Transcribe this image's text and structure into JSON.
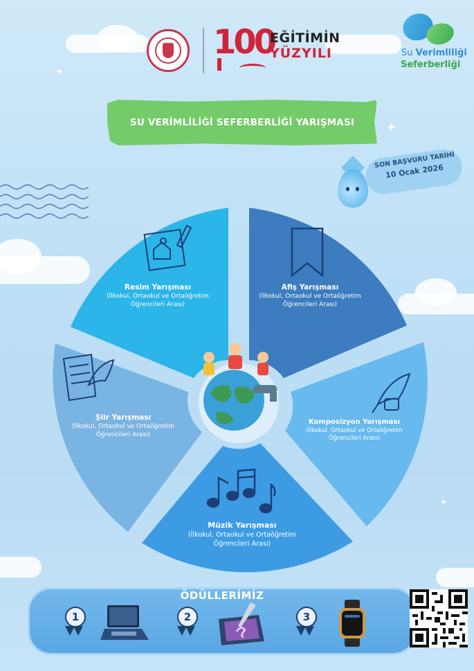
{
  "header": {
    "edu_line1": "EĞİTİMİN",
    "edu_line2": "YÜZYILI",
    "century_number": "100",
    "logo_line1_a": "Su ",
    "logo_line1_b": "Verimliliği",
    "logo_line2": "Seferberliği"
  },
  "title": "SU VERİMLİLİĞİ SEFERBERLİĞİ YARIŞMASI",
  "deadline": {
    "label": "SON BAŞVURU TARİHİ",
    "date": "10 Ocak 2026"
  },
  "segments": [
    {
      "title": "Resim Yarışması",
      "sub1": "(İlkokul, Ortaokul ve Ortaöğretim",
      "sub2": "Öğrencileri Arası)",
      "icon": "drawing-icon",
      "color": "#2bb5e8"
    },
    {
      "title": "Afiş Yarışması",
      "sub1": "(İlkokul, Ortaokul ve Ortaöğretim",
      "sub2": "Öğrencileri Arası)",
      "icon": "bookmark-icon",
      "color": "#3c7cbf"
    },
    {
      "title": "Komposizyon Yarışması",
      "sub1": "(İlkokul, Ortaokul ve Ortaöğretim",
      "sub2": "Öğrencileri Arası)",
      "icon": "quill-ink-icon",
      "color": "#67b9ee"
    },
    {
      "title": "Müzik Yarışması",
      "sub1": "(İlkokul, Ortaokul ve Ortaöğretim",
      "sub2": "Öğrencileri Arası)",
      "icon": "music-notes-icon",
      "color": "#3d9be3"
    },
    {
      "title": "Şiir Yarışması",
      "sub1": "(İlkokul, Ortaokul ve Ortaöğretim",
      "sub2": "Öğrencileri Arası)",
      "icon": "paper-quill-icon",
      "color": "#7ab4e2"
    }
  ],
  "awards": {
    "title": "ÖDÜLLERİMİZ",
    "items": [
      {
        "rank": "1",
        "prize_icon": "laptop-icon"
      },
      {
        "rank": "2",
        "prize_icon": "drawing-tablet-icon"
      },
      {
        "rank": "3",
        "prize_icon": "smartwatch-icon"
      }
    ]
  },
  "colors": {
    "banner_green": "#74cb6a",
    "brand_red": "#d0243a",
    "deadline_text": "#21527e"
  }
}
